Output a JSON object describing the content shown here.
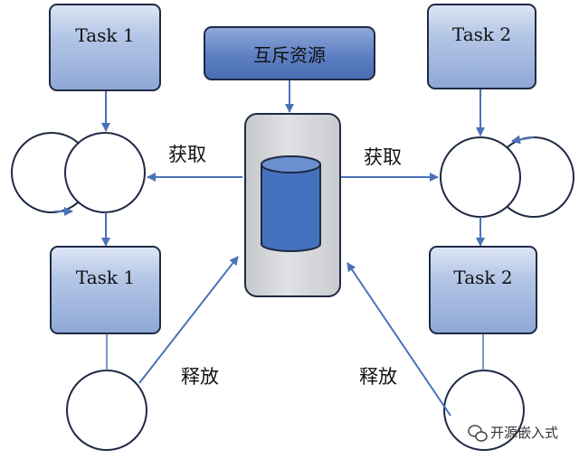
{
  "nodes": {
    "task1_top": "Task 1",
    "task2_top": "Task 2",
    "task1_bottom": "Task 1",
    "task2_bottom": "Task 2",
    "mutex": "互斥资源"
  },
  "edge_labels": {
    "acquire_left": "获取",
    "acquire_right": "获取",
    "release_left": "释放",
    "release_right": "释放"
  },
  "watermark": "开源嵌入式",
  "colors": {
    "task_fill": "#a9bde3",
    "mutex_fill": "#5d7fc2",
    "resource_fill": "#d3d5d8",
    "arrow": "#4a72b8",
    "cylinder": "#4572bf"
  }
}
